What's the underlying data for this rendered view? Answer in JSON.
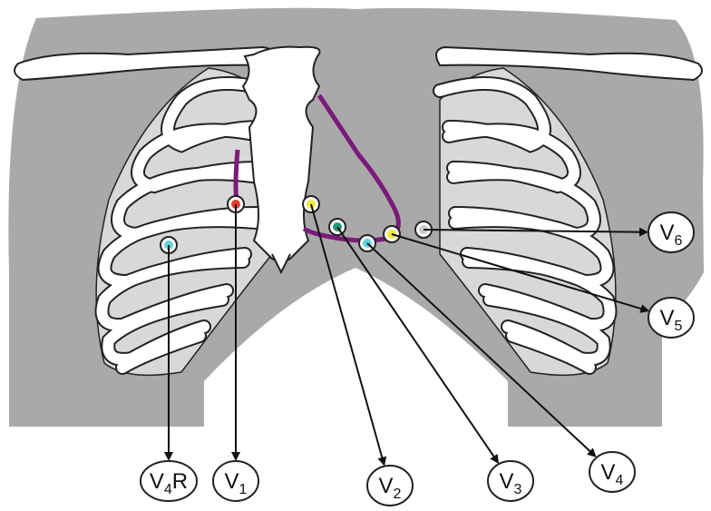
{
  "leads": [
    {
      "id": "v4r",
      "main": "V",
      "sub": "4",
      "suffix": "R",
      "color": "#5fd3dd"
    },
    {
      "id": "v1",
      "main": "V",
      "sub": "1",
      "suffix": "",
      "color": "#e43b2c"
    },
    {
      "id": "v2",
      "main": "V",
      "sub": "2",
      "suffix": "",
      "color": "#f2ea3a"
    },
    {
      "id": "v3",
      "main": "V",
      "sub": "3",
      "suffix": "",
      "color": "#1f9b7a"
    },
    {
      "id": "v4",
      "main": "V",
      "sub": "4",
      "suffix": "",
      "color": "#5fd3dd"
    },
    {
      "id": "v5",
      "main": "V",
      "sub": "5",
      "suffix": "",
      "color": "#f2ea3a"
    },
    {
      "id": "v6",
      "main": "V",
      "sub": "6",
      "suffix": "",
      "color": "#c9c9c9"
    }
  ],
  "colors": {
    "torso": "#a9a9a9",
    "bone": "#ffffff",
    "bone_outline": "#222222",
    "intercostal": "#d8d8d8",
    "heart_outline": "#7a1b7a",
    "arrow": "#111111"
  }
}
